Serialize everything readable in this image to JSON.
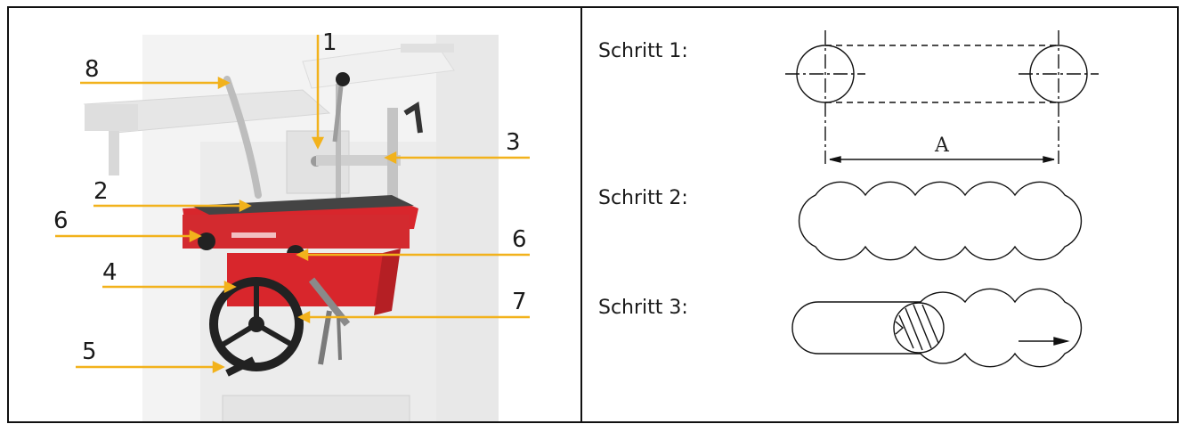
{
  "figure": {
    "callouts": [
      "1",
      "2",
      "3",
      "4",
      "5",
      "6",
      "6",
      "7",
      "8"
    ],
    "steps": [
      "Schritt 1:",
      "Schritt 2:",
      "Schritt 3:"
    ],
    "dimension_label": "A"
  },
  "colors": {
    "accent": "#f2b21c",
    "machine_red": "#d8262c",
    "line": "#111111"
  }
}
